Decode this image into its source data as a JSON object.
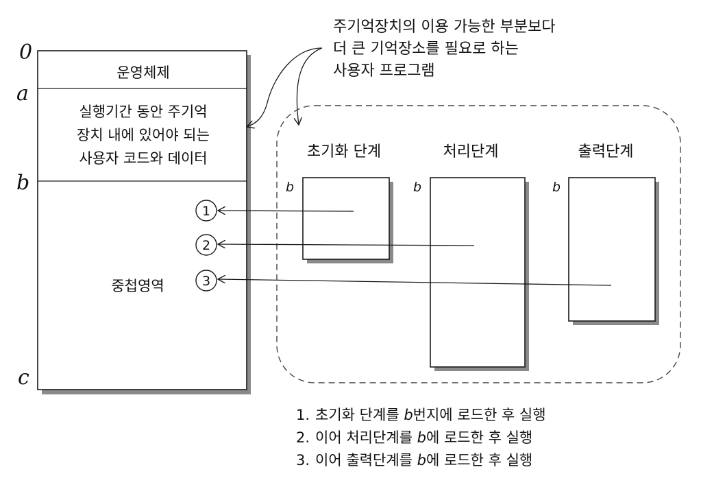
{
  "memory": {
    "address_labels": [
      "0",
      "a",
      "b",
      "c"
    ],
    "os_label": "운영체제",
    "resident_lines": [
      "실행기간 동안 주기억",
      "장치 내에 있어야 되는",
      "사용자 코드와 데이터"
    ],
    "overlay_label": "중첩영역",
    "markers": [
      "1",
      "2",
      "3"
    ]
  },
  "callout": {
    "lines": [
      "주기억장치의 이용 가능한 부분보다",
      "더 큰 기억장소를 필요로 하는",
      "사용자 프로그램"
    ]
  },
  "program": {
    "phases": [
      {
        "title": "초기화 단계",
        "base": "b"
      },
      {
        "title": "처리단계",
        "base": "b"
      },
      {
        "title": "출력단계",
        "base": "b"
      }
    ]
  },
  "steps": [
    {
      "num": "1.",
      "pre": "초기화 단계를 ",
      "var": "b",
      "post": "번지에 로드한 후 실행"
    },
    {
      "num": "2.",
      "pre": "이어 처리단계를 ",
      "var": "b",
      "post": "에 로드한 후 실행"
    },
    {
      "num": "3.",
      "pre": "이어 출력단계를  ",
      "var": "b",
      "post": "에 로드한 후 실행"
    }
  ]
}
